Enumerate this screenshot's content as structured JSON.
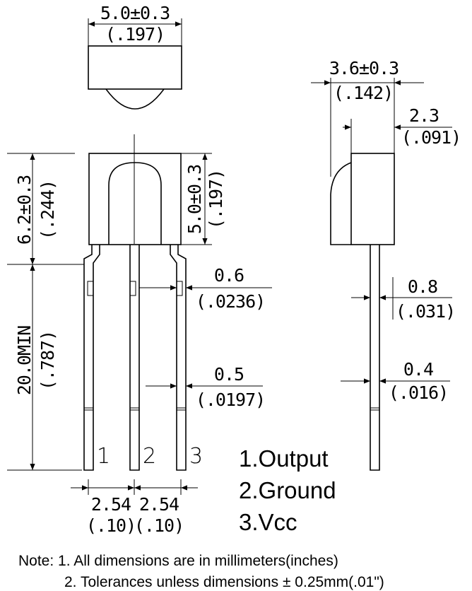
{
  "dimensions": {
    "top_width": {
      "mm": "5.0±0.3",
      "in": "(.197)"
    },
    "side_width": {
      "mm": "3.6±0.3",
      "in": "(.142)"
    },
    "side_offset": {
      "mm": "2.3",
      "in": "(.091)"
    },
    "body_height": {
      "mm": "6.2±0.3",
      "in": "(.244)"
    },
    "lens_height": {
      "mm": "5.0±0.3",
      "in": "(.197)"
    },
    "lead_length": {
      "mm": "20.0MIN",
      "in": "(.787)"
    },
    "lead_width_upper": {
      "mm": "0.6",
      "in": "(.0236)"
    },
    "lead_width_lower": {
      "mm": "0.5",
      "in": "(.0197)"
    },
    "side_lead_upper": {
      "mm": "0.8",
      "in": "(.031)"
    },
    "side_lead_lower": {
      "mm": "0.4",
      "in": "(.016)"
    },
    "pitch_left": {
      "mm": "2.54",
      "in": "(.10)"
    },
    "pitch_right": {
      "mm": "2.54",
      "in": "(.10)"
    }
  },
  "pins": {
    "labels": [
      "1",
      "2",
      "3"
    ],
    "legend": [
      "1.Output",
      "2.Ground",
      "3.Vcc"
    ]
  },
  "notes": [
    "Note: 1. All dimensions are in millimeters(inches)",
    "2. Tolerances unless dimensions ± 0.25mm(.01\")"
  ]
}
